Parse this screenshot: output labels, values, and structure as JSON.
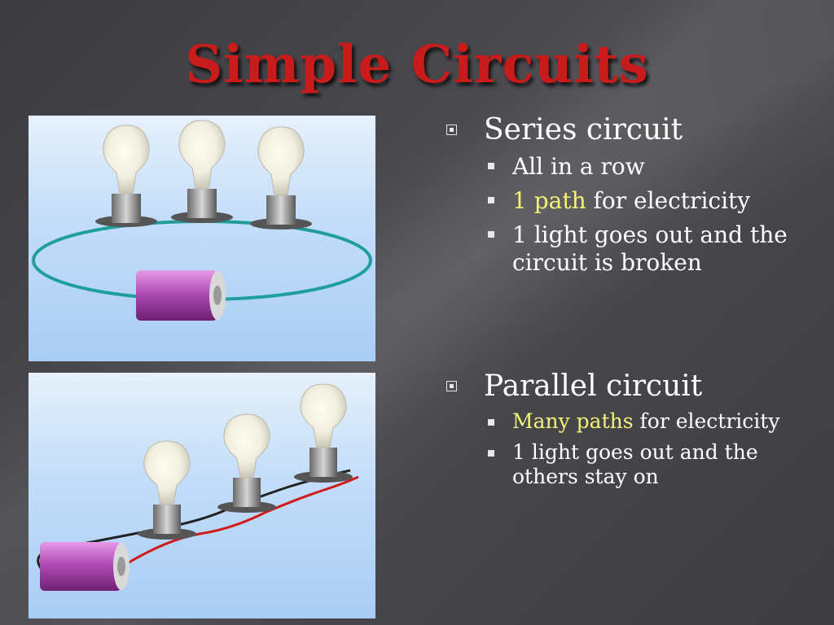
{
  "slide": {
    "title": "Simple Circuits",
    "series": {
      "heading": "Series circuit",
      "points": [
        {
          "text": "All in a row"
        },
        {
          "highlight": "1 path",
          "text": " for electricity"
        },
        {
          "text": "1 light goes out and the circuit is broken"
        }
      ]
    },
    "parallel": {
      "heading": "Parallel circuit",
      "points": [
        {
          "highlight": "Many paths",
          "text": " for electricity"
        },
        {
          "text": "1 light goes out and the others stay on"
        }
      ]
    },
    "colors": {
      "title": "#c81c1c",
      "highlight": "#f2f27a",
      "series_wire": "#1f9e9e",
      "battery": "#a23aa6",
      "parallel_wire_red": "#d11a1a",
      "parallel_wire_black": "#222222"
    },
    "images": [
      "series-circuit-illustration",
      "parallel-circuit-illustration"
    ]
  }
}
